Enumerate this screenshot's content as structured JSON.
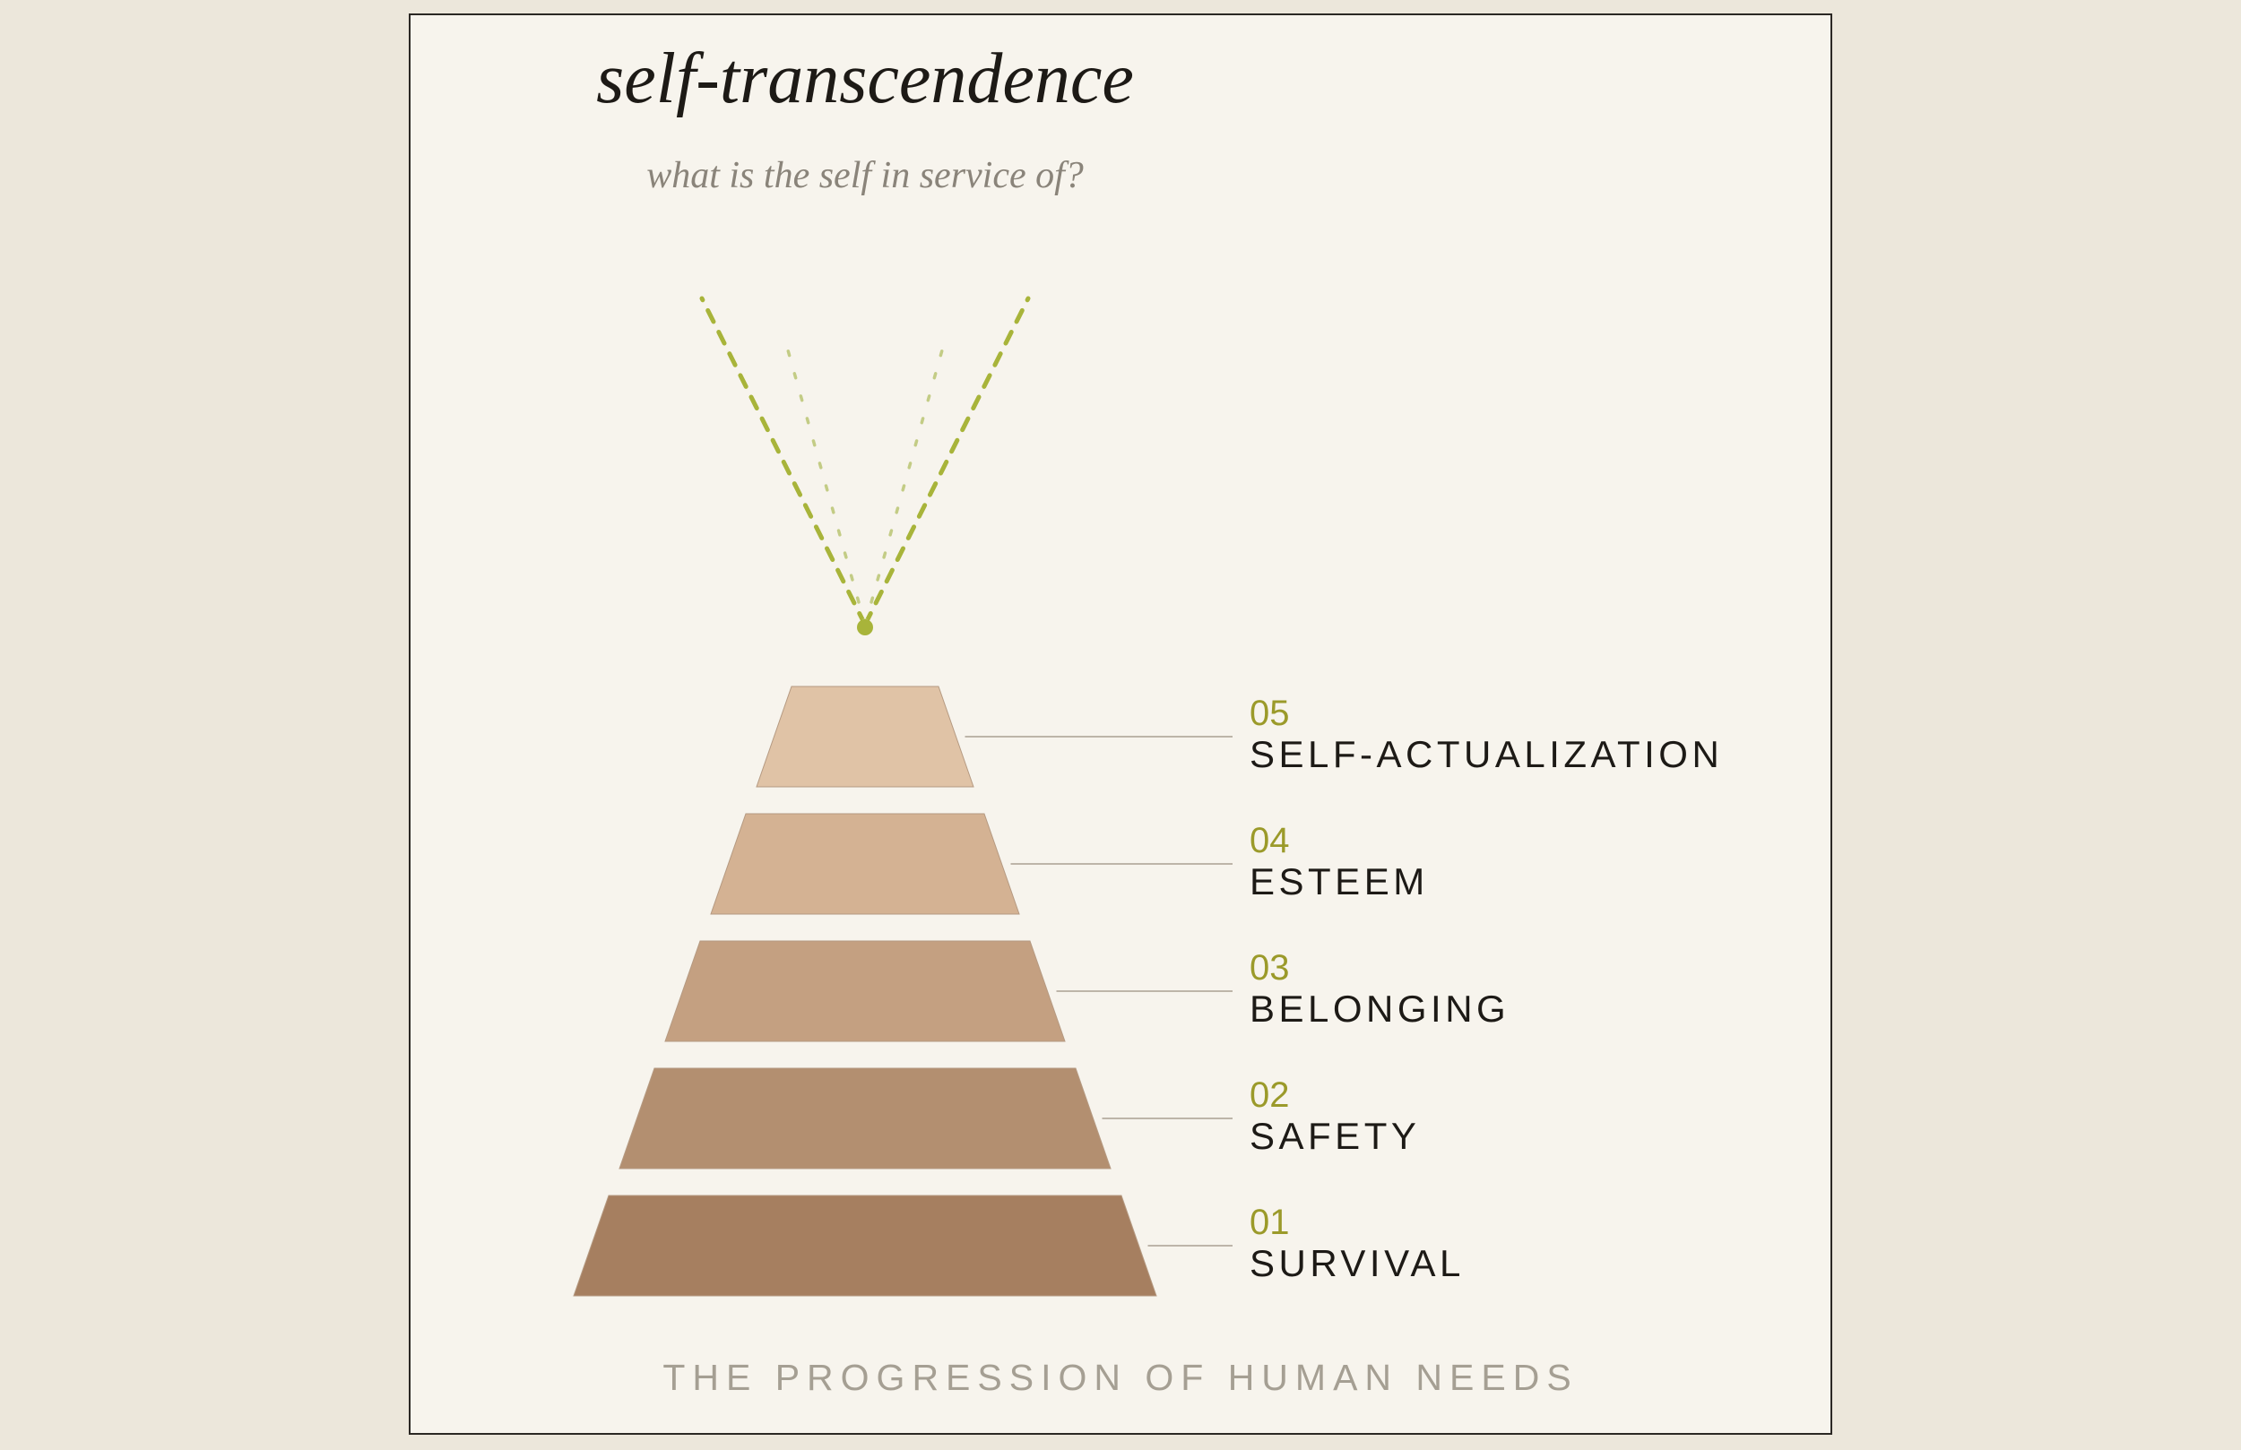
{
  "title": "self-transcendence",
  "subtitle": "what is the self in service of?",
  "footer": "THE PROGRESSION OF HUMAN NEEDS",
  "colors": {
    "page_background": "#ece7db",
    "card_background": "#f7f4ed",
    "accent": "#a8b43a",
    "number": "#9b9a2a"
  },
  "tiers": [
    {
      "number": "05",
      "label": "SELF-ACTUALIZATION",
      "color": "#e0c3a6"
    },
    {
      "number": "04",
      "label": "ESTEEM",
      "color": "#d4b293"
    },
    {
      "number": "03",
      "label": "BELONGING",
      "color": "#c4a081"
    },
    {
      "number": "02",
      "label": "SAFETY",
      "color": "#b38f70"
    },
    {
      "number": "01",
      "label": "SURVIVAL",
      "color": "#a67f60"
    }
  ]
}
